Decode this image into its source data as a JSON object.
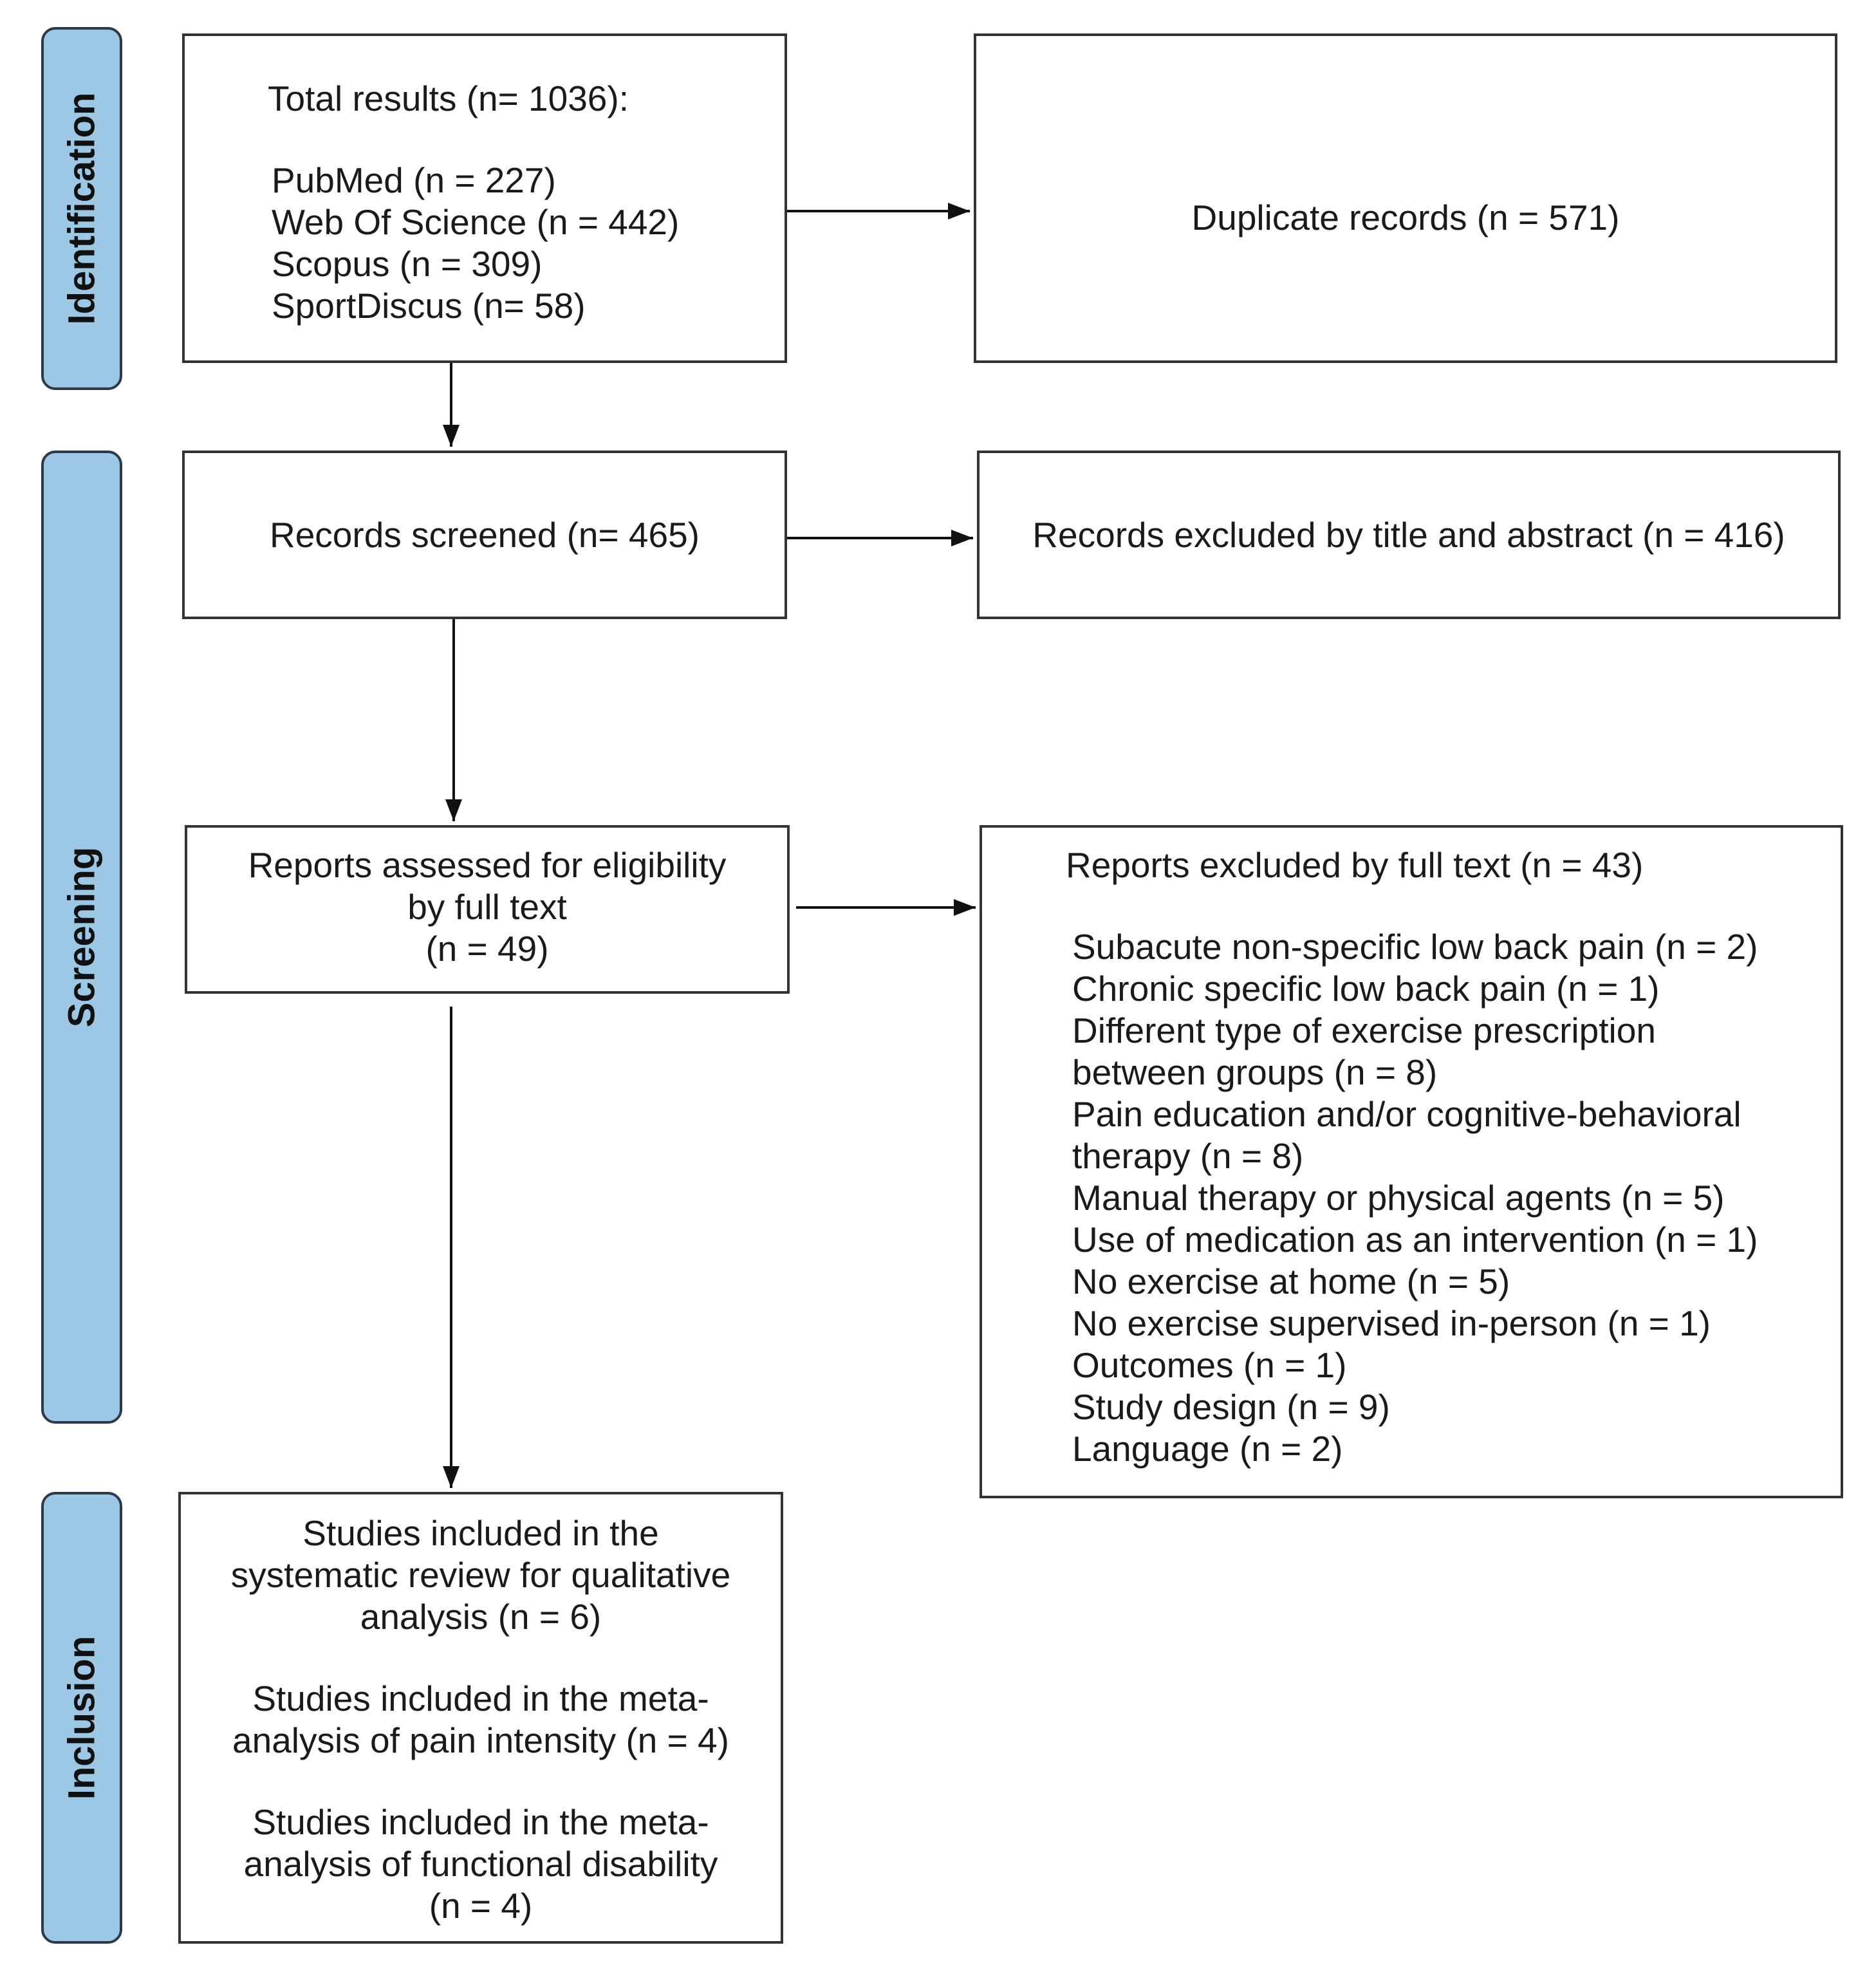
{
  "phases": {
    "identification": "Identification",
    "screening": "Screening",
    "inclusion": "Inclusion"
  },
  "identification_box": {
    "total": "Total results (n= 1036):",
    "sources": [
      "PubMed (n = 227)",
      "Web Of Science (n = 442)",
      "Scopus (n = 309)",
      "SportDiscus (n= 58)"
    ]
  },
  "duplicates_box": {
    "text": "Duplicate records (n = 571)"
  },
  "screened_box": {
    "text": "Records screened (n= 465)"
  },
  "excluded_title_box": {
    "text": "Records excluded by title and abstract (n = 416)"
  },
  "assessed_box": {
    "lines": [
      "Reports assessed for eligibility",
      "by full text",
      "(n = 49)"
    ]
  },
  "excluded_fulltext_box": {
    "title": "Reports excluded by full text (n = 43)",
    "lines": [
      "Subacute non-specific low back pain (n = 2)",
      "Chronic specific low back pain (n = 1)",
      "Different type of exercise prescription",
      "between groups (n = 8)",
      "Pain education and/or cognitive-behavioral",
      "therapy (n = 8)",
      "Manual therapy or physical agents (n = 5)",
      "Use of medication as an intervention (n = 1)",
      "No exercise at home (n = 5)",
      "No exercise supervised in-person (n = 1)",
      "Outcomes (n = 1)",
      "Study design (n = 9)",
      "Language (n = 2)"
    ]
  },
  "included_box": {
    "qualitative": [
      "Studies included in the",
      "systematic review for qualitative",
      "analysis (n = 6)"
    ],
    "pain": [
      "Studies included in the meta-",
      "analysis of pain intensity (n = 4)"
    ],
    "disability": [
      "Studies included in the meta-",
      "analysis of functional disability",
      "(n = 4)"
    ]
  }
}
